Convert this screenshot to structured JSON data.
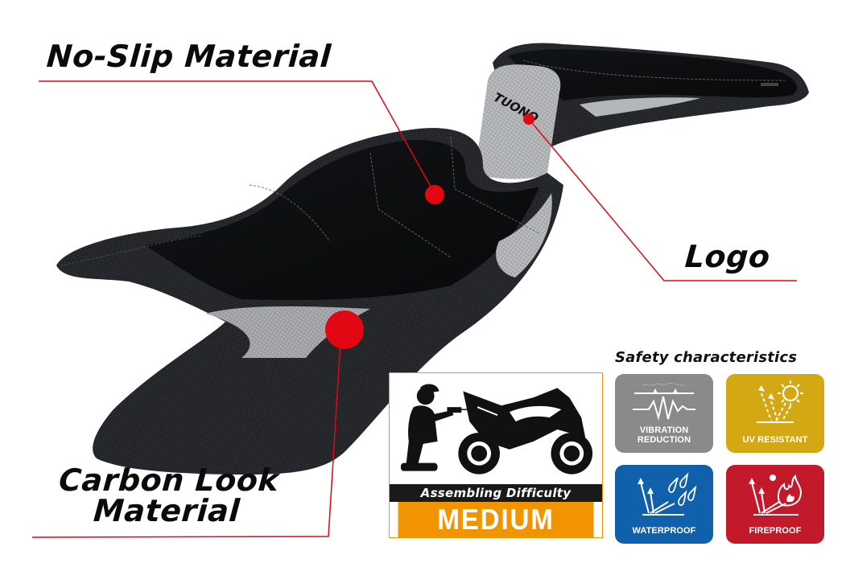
{
  "callouts": {
    "no_slip": {
      "label": "No-Slip Material"
    },
    "logo": {
      "label": "Logo",
      "seat_logo_text": "TUONO"
    },
    "carbon": {
      "label_line1": "Carbon Look",
      "label_line2": "Material"
    }
  },
  "assembly": {
    "label": "Assembling Difficulty",
    "level": "MEDIUM",
    "accent_color": "#f29400"
  },
  "safety": {
    "title": "Safety characteristics",
    "tiles": [
      {
        "label_line1": "VIBRATION",
        "label_line2": "REDUCTION",
        "icon": "vibration-icon",
        "color": "#8a8a8a"
      },
      {
        "label_line1": "UV RESISTANT",
        "label_line2": "",
        "icon": "uv-sun-icon",
        "color": "#d3a813"
      },
      {
        "label_line1": "WATERPROOF",
        "label_line2": "",
        "icon": "water-drops-icon",
        "color": "#1160ab"
      },
      {
        "label_line1": "FIREPROOF",
        "label_line2": "",
        "icon": "flame-icon",
        "color": "#c2192b"
      }
    ]
  },
  "colors": {
    "callout_line": "#e30613",
    "marker": "#e30613"
  }
}
